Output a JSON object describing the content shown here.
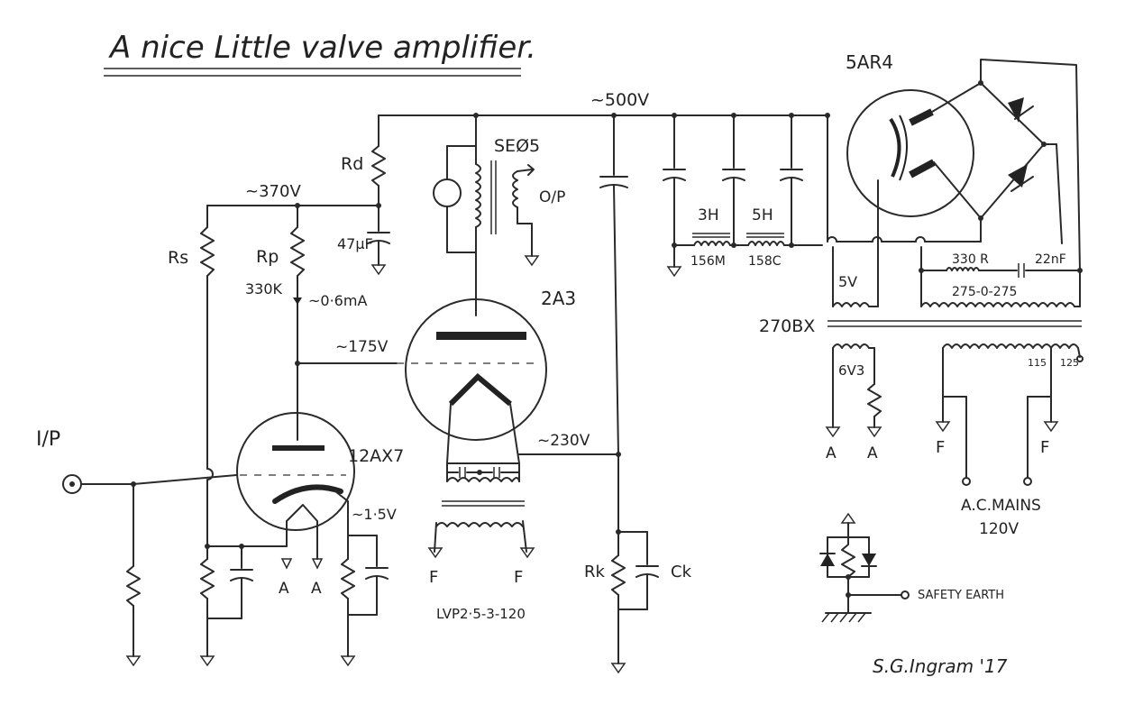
{
  "title": "A nice Little valve amplifier.",
  "signature": "S.G.Ingram  '17",
  "labels": {
    "input": "I/P",
    "output": "O/P",
    "hv_supply": "~500V",
    "v370": "~370V",
    "v175": "~175V",
    "v230": "~230V",
    "v15": "~1·5V",
    "current": "~0·6mA",
    "rd": "Rd",
    "cap47": "47μF",
    "rs": "Rs",
    "rp": "Rp",
    "rp_val": "330K",
    "rk": "Rk",
    "ck": "Ck",
    "tube_12ax7": "12AX7",
    "tube_2a3": "2A3",
    "tube_5ar4": "5AR4",
    "out_tx": "SEØ5",
    "fil_tx": "LVP2·5-3-120",
    "choke1_val": "3H",
    "choke1_code": "156M",
    "choke2_val": "5H",
    "choke2_code": "158C",
    "power_tx": "270BX",
    "hv_winding": "275-0-275",
    "snub_r": "330 R",
    "snub_c": "22nF",
    "fil_5v": "5V",
    "fil_6v3": "6V3",
    "tap115": "115",
    "tap125": "125",
    "mains": "A.C.MAINS",
    "mains_v": "120V",
    "safety_earth": "SAFETY EARTH",
    "heater_a": "A",
    "heater_f": "F"
  }
}
